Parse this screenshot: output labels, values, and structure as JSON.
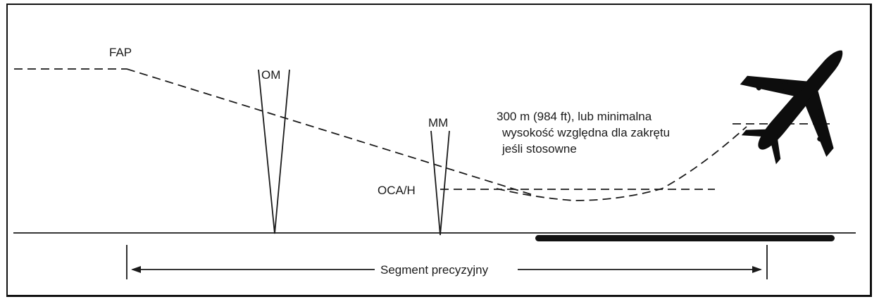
{
  "labels": {
    "fap": "FAP",
    "om": "OM",
    "mm": "MM",
    "oca": "OCA/H",
    "note_line1": "300 m (984 ft), lub minimalna",
    "note_line2": "wysokość względna dla zakrętu",
    "note_line3": "jeśli stosowne",
    "segment": "Segment precyzyjny"
  },
  "icons": {
    "aircraft": "airplane-silhouette-icon"
  },
  "colors": {
    "ink": "#1a1a1a",
    "background": "#ffffff"
  }
}
